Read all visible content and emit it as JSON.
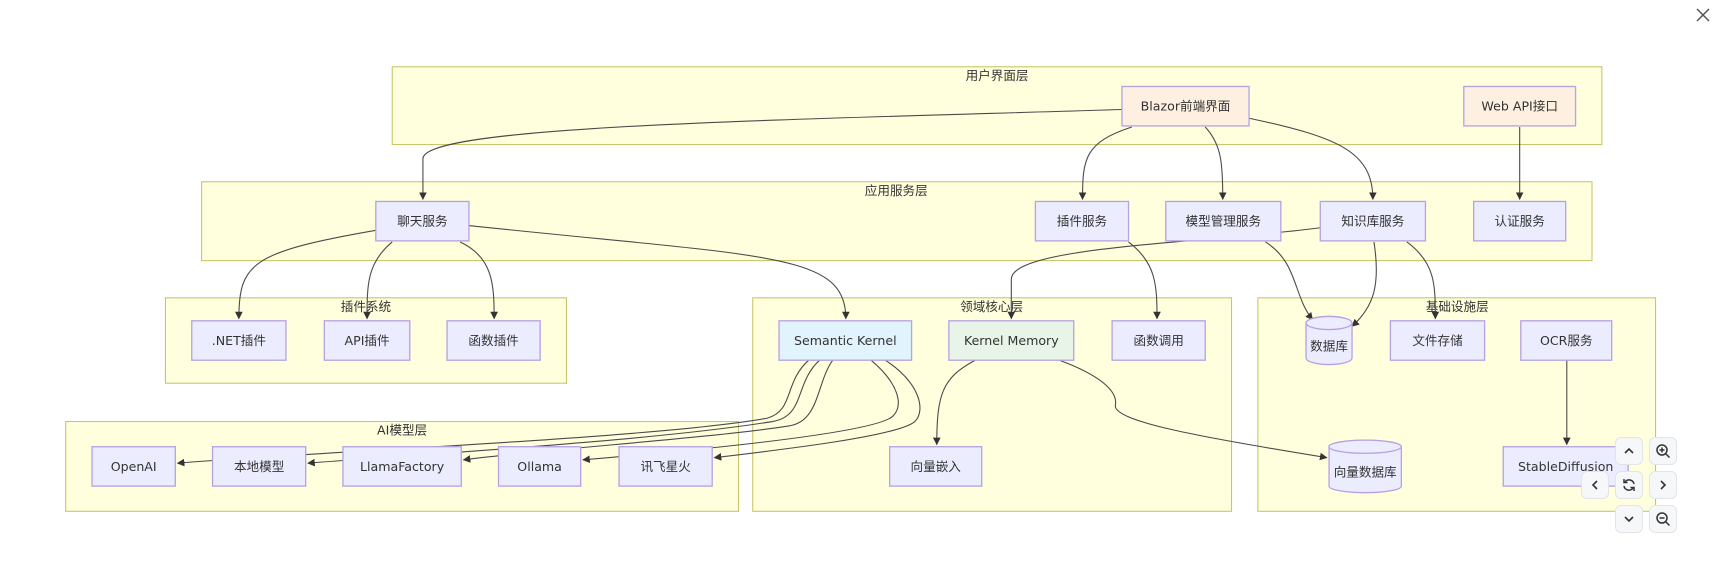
{
  "window": {
    "close_label": "close"
  },
  "diagram": {
    "title": "",
    "clusters": [
      {
        "id": "ui",
        "label": "用户界面层"
      },
      {
        "id": "app",
        "label": "应用服务层"
      },
      {
        "id": "plugin",
        "label": "插件系统"
      },
      {
        "id": "domain",
        "label": "领域核心层"
      },
      {
        "id": "infra",
        "label": "基础设施层"
      },
      {
        "id": "ai",
        "label": "AI模型层"
      }
    ],
    "nodes": [
      {
        "id": "blazor",
        "label": "Blazor前端界面",
        "cluster": "ui",
        "shape": "rect",
        "fill": "#fdf0e0"
      },
      {
        "id": "webapi",
        "label": "Web API接口",
        "cluster": "ui",
        "shape": "rect",
        "fill": "#fdf0e0"
      },
      {
        "id": "chat",
        "label": "聊天服务",
        "cluster": "app",
        "shape": "rect",
        "fill": "#ececff"
      },
      {
        "id": "pluginsvc",
        "label": "插件服务",
        "cluster": "app",
        "shape": "rect",
        "fill": "#ececff"
      },
      {
        "id": "modelmgr",
        "label": "模型管理服务",
        "cluster": "app",
        "shape": "rect",
        "fill": "#ececff"
      },
      {
        "id": "kb",
        "label": "知识库服务",
        "cluster": "app",
        "shape": "rect",
        "fill": "#ececff"
      },
      {
        "id": "auth",
        "label": "认证服务",
        "cluster": "app",
        "shape": "rect",
        "fill": "#ececff"
      },
      {
        "id": "netplugin",
        "label": ".NET插件",
        "cluster": "plugin",
        "shape": "rect",
        "fill": "#ececff"
      },
      {
        "id": "apiplugin",
        "label": "API插件",
        "cluster": "plugin",
        "shape": "rect",
        "fill": "#ececff"
      },
      {
        "id": "funcplugin",
        "label": "函数插件",
        "cluster": "plugin",
        "shape": "rect",
        "fill": "#ececff"
      },
      {
        "id": "sk",
        "label": "Semantic Kernel",
        "cluster": "domain",
        "shape": "rect",
        "fill": "#e1f3fc"
      },
      {
        "id": "km",
        "label": "Kernel Memory",
        "cluster": "domain",
        "shape": "rect",
        "fill": "#e8f4e8"
      },
      {
        "id": "funccall",
        "label": "函数调用",
        "cluster": "domain",
        "shape": "rect",
        "fill": "#ececff"
      },
      {
        "id": "embed",
        "label": "向量嵌入",
        "cluster": "domain",
        "shape": "rect",
        "fill": "#ececff"
      },
      {
        "id": "db",
        "label": "数据库",
        "cluster": "infra",
        "shape": "cylinder",
        "fill": "#ececff"
      },
      {
        "id": "files",
        "label": "文件存储",
        "cluster": "infra",
        "shape": "rect",
        "fill": "#ececff"
      },
      {
        "id": "ocr",
        "label": "OCR服务",
        "cluster": "infra",
        "shape": "rect",
        "fill": "#ececff"
      },
      {
        "id": "vecdb",
        "label": "向量数据库",
        "cluster": "infra",
        "shape": "cylinder",
        "fill": "#ececff"
      },
      {
        "id": "sd",
        "label": "StableDiffusion",
        "cluster": "infra",
        "shape": "rect",
        "fill": "#ececff"
      },
      {
        "id": "openai",
        "label": "OpenAI",
        "cluster": "ai",
        "shape": "rect",
        "fill": "#ececff"
      },
      {
        "id": "local",
        "label": "本地模型",
        "cluster": "ai",
        "shape": "rect",
        "fill": "#ececff"
      },
      {
        "id": "llamafactory",
        "label": "LlamaFactory",
        "cluster": "ai",
        "shape": "rect",
        "fill": "#ececff"
      },
      {
        "id": "ollama",
        "label": "Ollama",
        "cluster": "ai",
        "shape": "rect",
        "fill": "#ececff"
      },
      {
        "id": "xunfei",
        "label": "讯飞星火",
        "cluster": "ai",
        "shape": "rect",
        "fill": "#ececff"
      }
    ],
    "edges": [
      {
        "from": "blazor",
        "to": "chat"
      },
      {
        "from": "blazor",
        "to": "pluginsvc"
      },
      {
        "from": "blazor",
        "to": "modelmgr"
      },
      {
        "from": "blazor",
        "to": "kb"
      },
      {
        "from": "webapi",
        "to": "auth"
      },
      {
        "from": "chat",
        "to": "netplugin"
      },
      {
        "from": "chat",
        "to": "apiplugin"
      },
      {
        "from": "chat",
        "to": "funcplugin"
      },
      {
        "from": "chat",
        "to": "sk"
      },
      {
        "from": "pluginsvc",
        "to": "funccall"
      },
      {
        "from": "modelmgr",
        "to": "db"
      },
      {
        "from": "kb",
        "to": "km"
      },
      {
        "from": "kb",
        "to": "db"
      },
      {
        "from": "kb",
        "to": "files"
      },
      {
        "from": "sk",
        "to": "openai"
      },
      {
        "from": "sk",
        "to": "local"
      },
      {
        "from": "sk",
        "to": "llamafactory"
      },
      {
        "from": "sk",
        "to": "ollama"
      },
      {
        "from": "sk",
        "to": "xunfei"
      },
      {
        "from": "km",
        "to": "embed"
      },
      {
        "from": "km",
        "to": "vecdb"
      },
      {
        "from": "ocr",
        "to": "sd"
      }
    ]
  },
  "controls": [
    {
      "id": "pan-up",
      "icon": "chevron-up-icon"
    },
    {
      "id": "zoom-in",
      "icon": "zoom-in-icon"
    },
    {
      "id": "pan-left",
      "icon": "chevron-left-icon"
    },
    {
      "id": "reset",
      "icon": "refresh-icon"
    },
    {
      "id": "pan-right",
      "icon": "chevron-right-icon"
    },
    {
      "id": "pan-down",
      "icon": "chevron-down-icon"
    },
    {
      "id": "zoom-out",
      "icon": "zoom-out-icon"
    }
  ]
}
